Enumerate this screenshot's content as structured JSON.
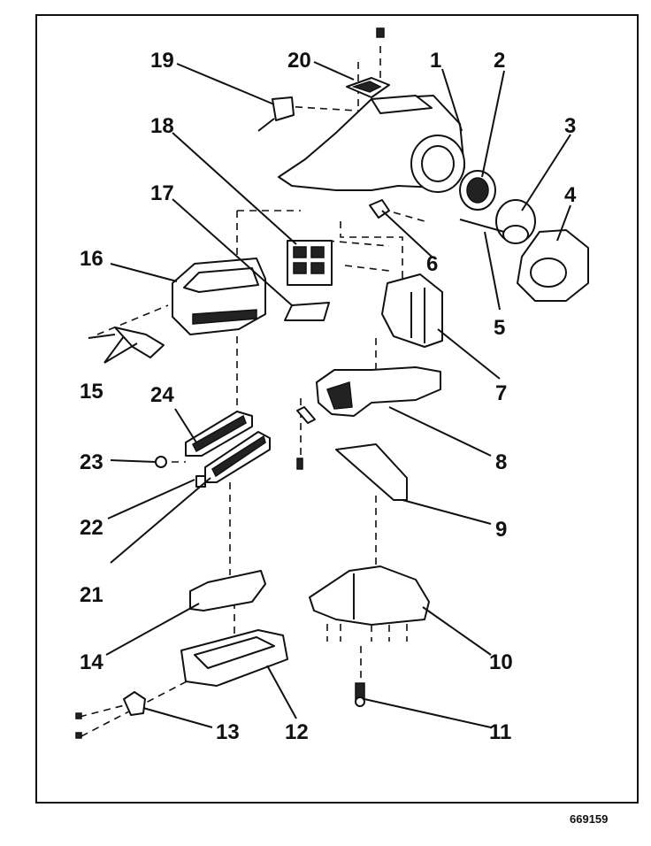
{
  "figure_id": "669159",
  "callouts": [
    {
      "n": "1"
    },
    {
      "n": "2"
    },
    {
      "n": "3"
    },
    {
      "n": "4"
    },
    {
      "n": "5"
    },
    {
      "n": "6"
    },
    {
      "n": "7"
    },
    {
      "n": "8"
    },
    {
      "n": "9"
    },
    {
      "n": "10"
    },
    {
      "n": "11"
    },
    {
      "n": "12"
    },
    {
      "n": "13"
    },
    {
      "n": "14"
    },
    {
      "n": "15"
    },
    {
      "n": "16"
    },
    {
      "n": "17"
    },
    {
      "n": "18"
    },
    {
      "n": "19"
    },
    {
      "n": "20"
    },
    {
      "n": "21"
    },
    {
      "n": "22"
    },
    {
      "n": "23"
    },
    {
      "n": "24"
    }
  ]
}
